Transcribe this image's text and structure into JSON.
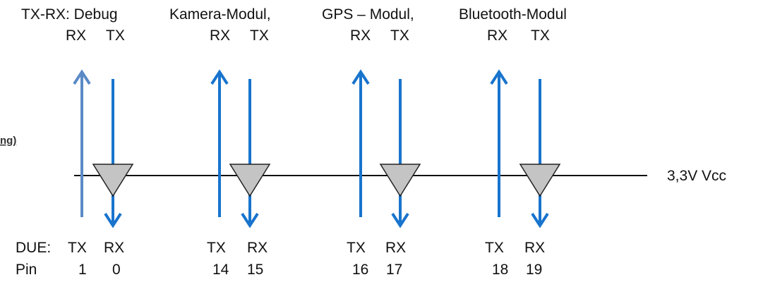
{
  "modules": [
    {
      "title": "TX-RX: Debug",
      "pin_left_label": "RX",
      "pin_right_label": "TX",
      "due_left": "TX",
      "due_right": "RX",
      "pin_left": "1",
      "pin_right": "0"
    },
    {
      "title": "Kamera-Modul,",
      "pin_left_label": "RX",
      "pin_right_label": "TX",
      "due_left": "TX",
      "due_right": "RX",
      "pin_left": "14",
      "pin_right": "15"
    },
    {
      "title": "GPS – Modul,",
      "pin_left_label": "RX",
      "pin_right_label": "TX",
      "due_left": "TX",
      "due_right": "RX",
      "pin_left": "16",
      "pin_right": "17"
    },
    {
      "title": "Bluetooth-Modul",
      "pin_left_label": "RX",
      "pin_right_label": "TX",
      "due_left": "TX",
      "due_right": "RX",
      "pin_left": "18",
      "pin_right": "19"
    }
  ],
  "bottom_labels": {
    "due": "DUE:",
    "pin": "Pin"
  },
  "vcc_label": "3,3V Vcc",
  "partial_text": "ng)",
  "colors": {
    "arrow": "#1874cd",
    "arrow_debug": "#5b8ac6",
    "triangle_fill": "#c4c4c4",
    "line": "#111111"
  }
}
